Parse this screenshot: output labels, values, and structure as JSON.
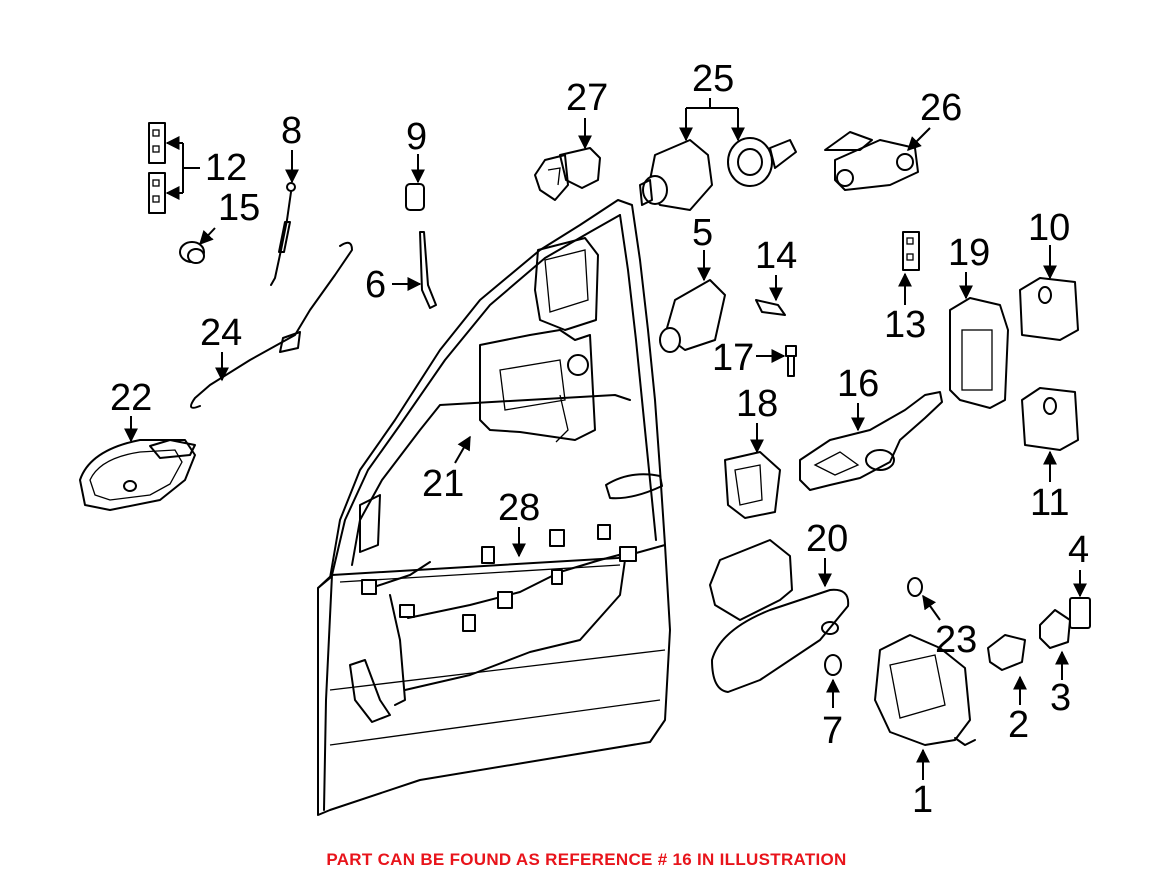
{
  "diagram": {
    "callouts": [
      {
        "id": "c1",
        "label": "1"
      },
      {
        "id": "c2",
        "label": "2"
      },
      {
        "id": "c3",
        "label": "3"
      },
      {
        "id": "c4",
        "label": "4"
      },
      {
        "id": "c5",
        "label": "5"
      },
      {
        "id": "c6",
        "label": "6"
      },
      {
        "id": "c7",
        "label": "7"
      },
      {
        "id": "c8",
        "label": "8"
      },
      {
        "id": "c9",
        "label": "9"
      },
      {
        "id": "c10",
        "label": "10"
      },
      {
        "id": "c11",
        "label": "11"
      },
      {
        "id": "c12",
        "label": "12"
      },
      {
        "id": "c13",
        "label": "13"
      },
      {
        "id": "c14",
        "label": "14"
      },
      {
        "id": "c15",
        "label": "15"
      },
      {
        "id": "c16",
        "label": "16"
      },
      {
        "id": "c17",
        "label": "17"
      },
      {
        "id": "c18",
        "label": "18"
      },
      {
        "id": "c19",
        "label": "19"
      },
      {
        "id": "c20",
        "label": "20"
      },
      {
        "id": "c21",
        "label": "21"
      },
      {
        "id": "c22",
        "label": "22"
      },
      {
        "id": "c23",
        "label": "23"
      },
      {
        "id": "c24",
        "label": "24"
      },
      {
        "id": "c25",
        "label": "25"
      },
      {
        "id": "c26",
        "label": "26"
      },
      {
        "id": "c27",
        "label": "27"
      },
      {
        "id": "c28",
        "label": "28"
      }
    ]
  },
  "footer": {
    "note": "PART CAN BE FOUND AS REFERENCE # 16 IN ILLUSTRATION",
    "note_color": "#e8141b"
  }
}
